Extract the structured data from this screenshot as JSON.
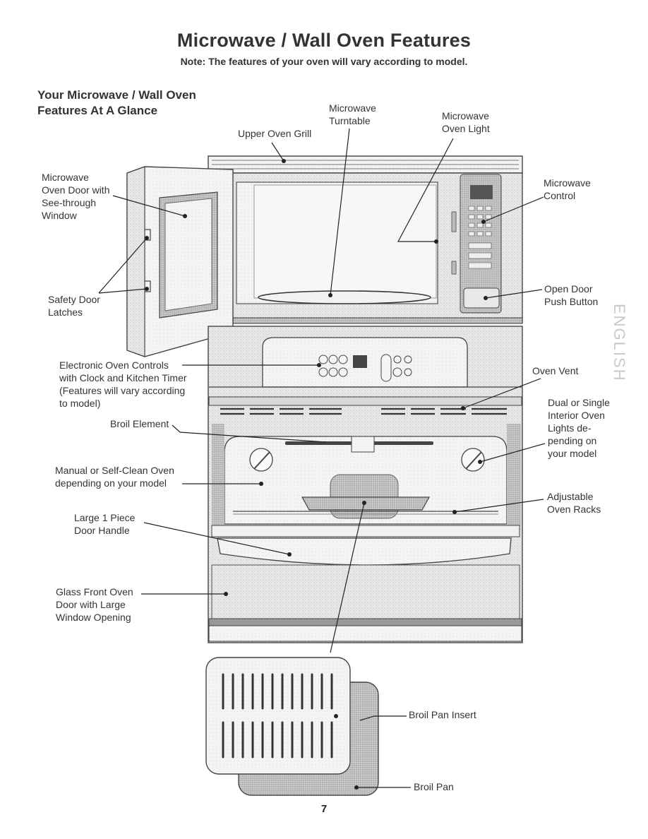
{
  "page": {
    "title": "Microwave / Wall Oven Features",
    "note": "Note: The features of your oven will vary according to model.",
    "section_heading_line1": "Your Microwave / Wall Oven",
    "section_heading_line2": "Features At A Glance",
    "side_tab": "ENGLISH",
    "page_number": "7"
  },
  "callouts": {
    "upper_oven_grill": "Upper Oven Grill",
    "microwave_turntable": "Microwave\nTurntable",
    "microwave_oven_light": "Microwave\nOven Light",
    "microwave_oven_door": "Microwave\nOven Door with\nSee-through\nWindow",
    "microwave_control": "Microwave\nControl",
    "safety_door_latches": "Safety Door\nLatches",
    "open_door_push_button": "Open Door\nPush Button",
    "electronic_oven_controls": "Electronic Oven Controls\nwith Clock and Kitchen Timer\n(Features will vary according\nto model)",
    "oven_vent": "Oven Vent",
    "broil_element": "Broil Element",
    "interior_lights": "Dual or Single\nInterior Oven\nLights de-\npending on\nyour model",
    "manual_self_clean": "Manual or Self-Clean Oven\ndepending on your model",
    "adjustable_racks": "Adjustable\nOven Racks",
    "door_handle": "Large 1 Piece\nDoor Handle",
    "glass_front_door": "Glass Front Oven\nDoor with Large\nWindow Opening",
    "broil_pan_insert": "Broil Pan Insert",
    "broil_pan": "Broil Pan"
  }
}
